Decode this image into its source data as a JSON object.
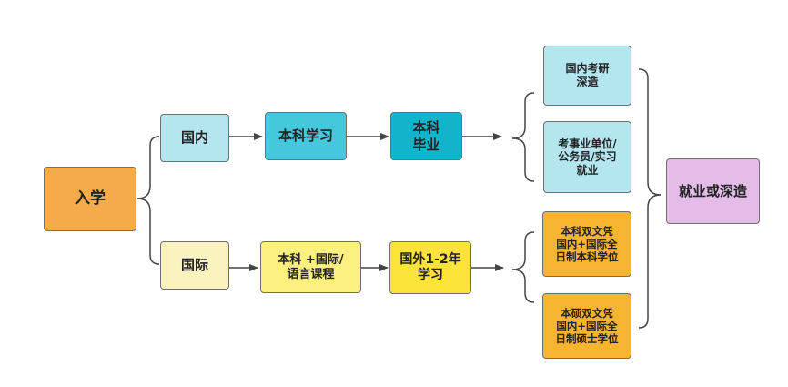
{
  "nodes": {
    "start": {
      "text": "入学",
      "color": "#f5ab4a"
    },
    "domestic": {
      "text": "国内",
      "color": "#b4e6ef"
    },
    "domestic_study": {
      "text": "本科学习",
      "color": "#45c8dc"
    },
    "domestic_graduate": {
      "text": "本科\n毕业",
      "color": "#12b4cc"
    },
    "grad_exam": {
      "text": "国内考研\n深造",
      "color": "#b4e6ef"
    },
    "job": {
      "text": "考事业单位/\n公务员/实习\n就业",
      "color": "#b4e6ef"
    },
    "international": {
      "text": "国际",
      "color": "#fbf3be"
    },
    "intl_courses": {
      "text": "本科 +国际/\n语言课程",
      "color": "#fbef7f"
    },
    "intl_study": {
      "text": "国外1-2年\n学习",
      "color": "#fbe33a"
    },
    "bachelor_dual": {
      "text": "本科双文凭\n国内+国际全\n日制本科学位",
      "color": "#f7b431"
    },
    "master_dual": {
      "text": "本硕双文凭\n国内+国际全\n日制硕士学位",
      "color": "#f7b431"
    },
    "outcome": {
      "text": "就业或深造",
      "color": "#e3bde8"
    }
  },
  "edge_color": "#444444"
}
